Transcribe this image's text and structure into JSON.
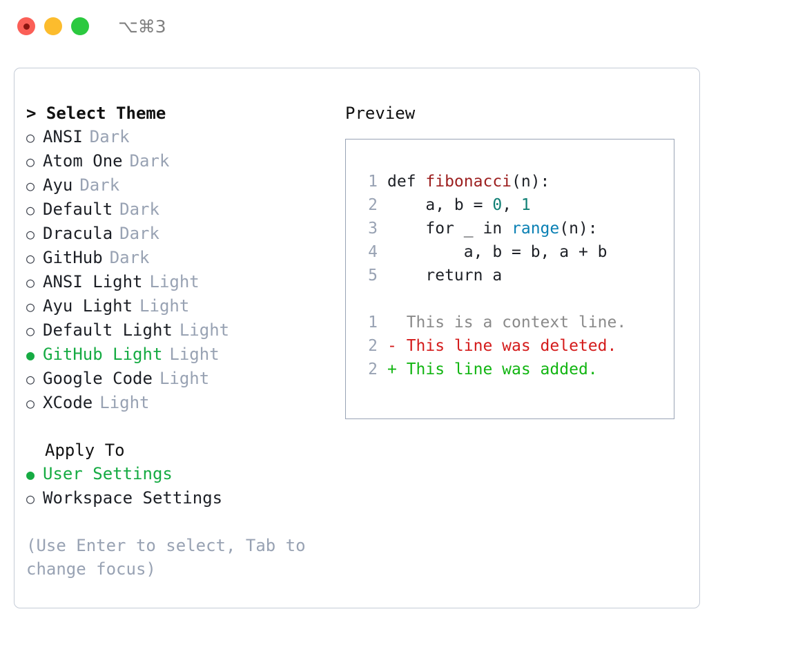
{
  "titlebar": {
    "shortcut": "⌥⌘3",
    "buttons": [
      {
        "name": "close",
        "color": "#fb5f57"
      },
      {
        "name": "minimize",
        "color": "#fcbc2d"
      },
      {
        "name": "maximize",
        "color": "#2bc93f"
      }
    ]
  },
  "theme_panel": {
    "heading": "> Select Theme",
    "selected_glyph": "●",
    "unselected_glyph": "○",
    "items": [
      {
        "label": "ANSI",
        "category": "Dark",
        "selected": false
      },
      {
        "label": "Atom One",
        "category": "Dark",
        "selected": false
      },
      {
        "label": "Ayu",
        "category": "Dark",
        "selected": false
      },
      {
        "label": "Default",
        "category": "Dark",
        "selected": false
      },
      {
        "label": "Dracula",
        "category": "Dark",
        "selected": false
      },
      {
        "label": "GitHub",
        "category": "Dark",
        "selected": false
      },
      {
        "label": "ANSI Light",
        "category": "Light",
        "selected": false
      },
      {
        "label": "Ayu Light",
        "category": "Light",
        "selected": false
      },
      {
        "label": "Default Light",
        "category": "Light",
        "selected": false
      },
      {
        "label": "GitHub Light",
        "category": "Light",
        "selected": true
      },
      {
        "label": "Google Code",
        "category": "Light",
        "selected": false
      },
      {
        "label": "XCode",
        "category": "Light",
        "selected": false
      }
    ]
  },
  "apply_to": {
    "heading": "Apply To",
    "options": [
      {
        "label": "User Settings",
        "selected": true
      },
      {
        "label": "Workspace Settings",
        "selected": false
      }
    ]
  },
  "hint": "(Use Enter to select, Tab to change focus)",
  "preview": {
    "heading": "Preview",
    "code_lines": [
      {
        "number": "1",
        "tokens": [
          {
            "text": "def ",
            "type": "plain"
          },
          {
            "text": "fibonacci",
            "type": "func"
          },
          {
            "text": "(n):",
            "type": "plain"
          }
        ]
      },
      {
        "number": "2",
        "tokens": [
          {
            "text": "    a, b = ",
            "type": "plain"
          },
          {
            "text": "0",
            "type": "number"
          },
          {
            "text": ", ",
            "type": "plain"
          },
          {
            "text": "1",
            "type": "number"
          }
        ]
      },
      {
        "number": "3",
        "tokens": [
          {
            "text": "    for _ in ",
            "type": "plain"
          },
          {
            "text": "range",
            "type": "builtin"
          },
          {
            "text": "(n):",
            "type": "plain"
          }
        ]
      },
      {
        "number": "4",
        "tokens": [
          {
            "text": "        a, b = b, a + b",
            "type": "plain"
          }
        ]
      },
      {
        "number": "5",
        "tokens": [
          {
            "text": "    return a",
            "type": "plain"
          }
        ]
      }
    ],
    "diff_lines": [
      {
        "number": "1",
        "marker": "  ",
        "text": "This is a context line.",
        "type": "context"
      },
      {
        "number": "2",
        "marker": "- ",
        "text": "This line was deleted.",
        "type": "removed"
      },
      {
        "number": "2",
        "marker": "+ ",
        "text": "This line was added.",
        "type": "added"
      }
    ]
  },
  "colors": {
    "accent_green": "#16ab43",
    "muted": "#98a2b3",
    "diff_added": "#12b512",
    "diff_removed": "#d41b1b",
    "syntax_function": "#9c1f1f",
    "syntax_number": "#0f7f74",
    "syntax_builtin": "#0a80b4"
  }
}
